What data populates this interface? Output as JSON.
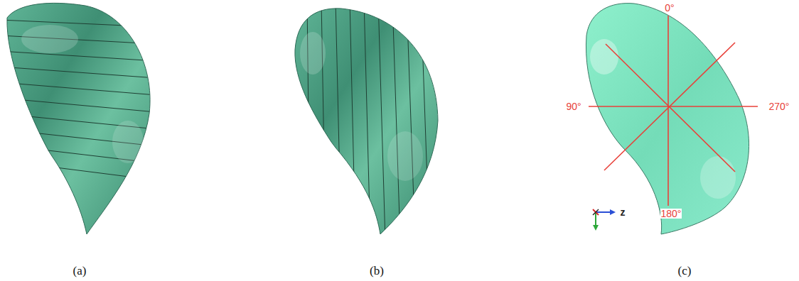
{
  "diagram": {
    "labels": [
      "(a)",
      "(b)",
      "(c)",
      "0°",
      "90°",
      "270°",
      "180°",
      "z"
    ]
  }
}
